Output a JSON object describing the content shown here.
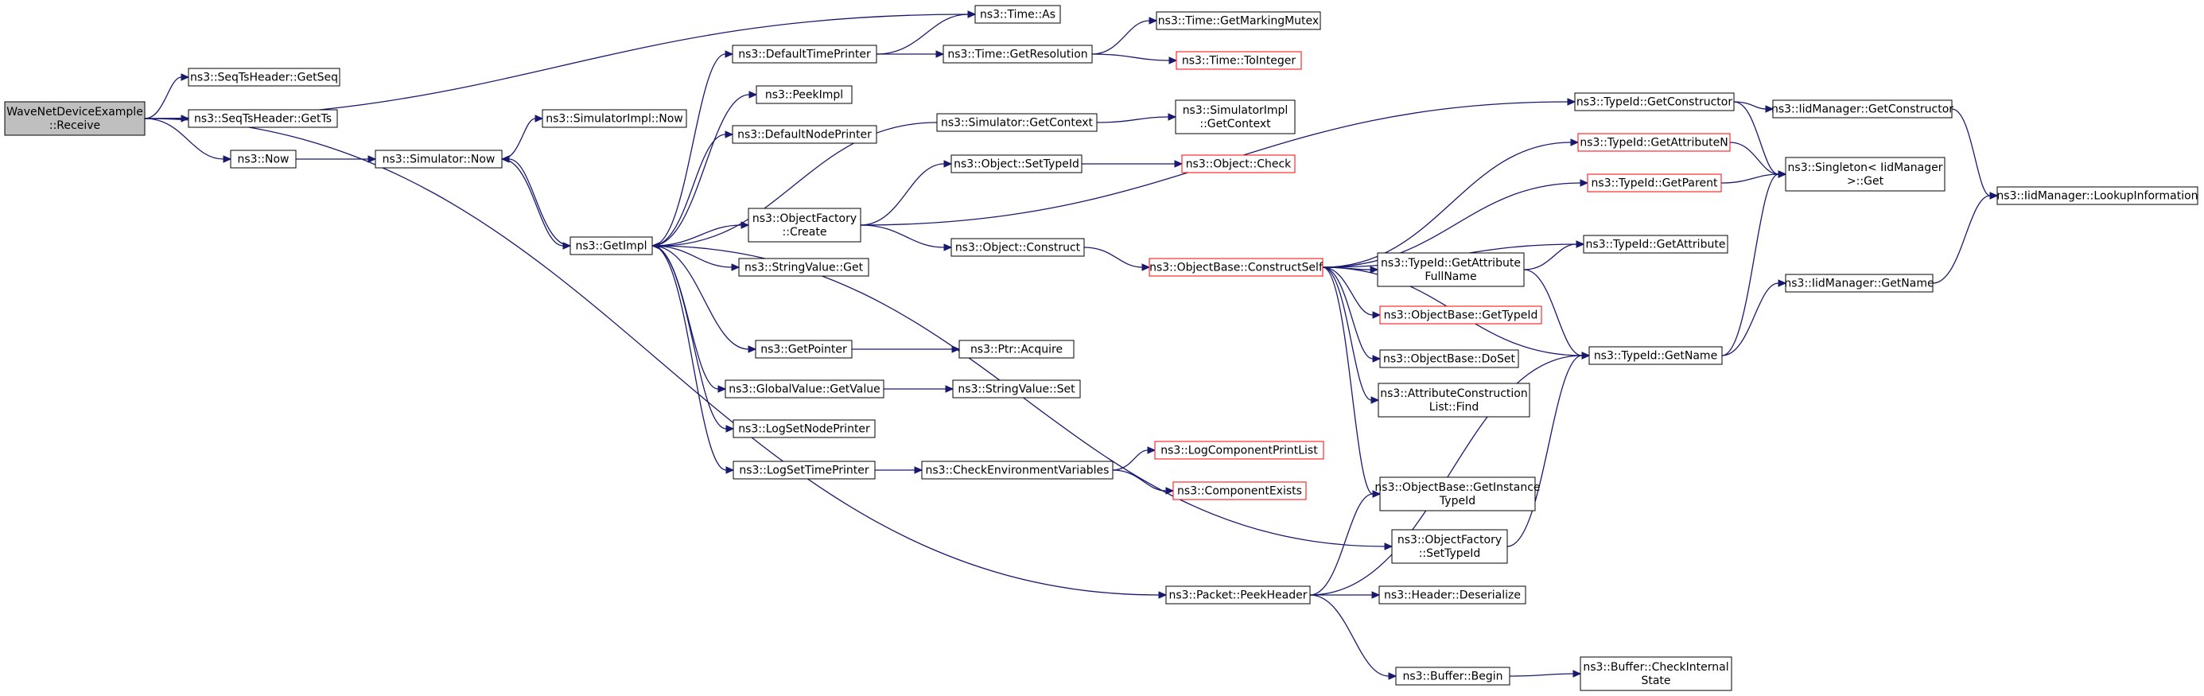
{
  "graph": {
    "edge_color": "#191970",
    "truncated_border_color": "#ff0000",
    "root_fill": "#bfbfbf",
    "nodes": [
      {
        "id": "root",
        "lines": [
          "WaveNetDeviceExample",
          "::Receive"
        ],
        "style": "root"
      },
      {
        "id": "time_as",
        "lines": [
          "ns3::Time::As"
        ],
        "style": "normal"
      },
      {
        "id": "seq_getseq",
        "lines": [
          "ns3::SeqTsHeader::GetSeq"
        ],
        "style": "normal"
      },
      {
        "id": "seq_getts",
        "lines": [
          "ns3::SeqTsHeader::GetTs"
        ],
        "style": "normal"
      },
      {
        "id": "now",
        "lines": [
          "ns3::Now"
        ],
        "style": "normal"
      },
      {
        "id": "sim_now",
        "lines": [
          "ns3::Simulator::Now"
        ],
        "style": "normal"
      },
      {
        "id": "simimpl_now",
        "lines": [
          "ns3::SimulatorImpl::Now"
        ],
        "style": "normal"
      },
      {
        "id": "getimpl",
        "lines": [
          "ns3::GetImpl"
        ],
        "style": "normal"
      },
      {
        "id": "default_time_printer",
        "lines": [
          "ns3::DefaultTimePrinter"
        ],
        "style": "normal"
      },
      {
        "id": "peekimpl",
        "lines": [
          "ns3::PeekImpl"
        ],
        "style": "normal"
      },
      {
        "id": "default_node_printer",
        "lines": [
          "ns3::DefaultNodePrinter"
        ],
        "style": "normal"
      },
      {
        "id": "objfactory_create",
        "lines": [
          "ns3::ObjectFactory",
          "::Create"
        ],
        "style": "normal"
      },
      {
        "id": "stringvalue_get",
        "lines": [
          "ns3::StringValue::Get"
        ],
        "style": "normal"
      },
      {
        "id": "getpointer",
        "lines": [
          "ns3::GetPointer"
        ],
        "style": "normal"
      },
      {
        "id": "globalvalue_getvalue",
        "lines": [
          "ns3::GlobalValue::GetValue"
        ],
        "style": "normal"
      },
      {
        "id": "logsetnodeprinter",
        "lines": [
          "ns3::LogSetNodePrinter"
        ],
        "style": "normal"
      },
      {
        "id": "logsettimeprinter",
        "lines": [
          "ns3::LogSetTimePrinter"
        ],
        "style": "normal"
      },
      {
        "id": "time_getmarkingmutex",
        "lines": [
          "ns3::Time::GetMarkingMutex"
        ],
        "style": "normal"
      },
      {
        "id": "time_getresolution",
        "lines": [
          "ns3::Time::GetResolution"
        ],
        "style": "normal"
      },
      {
        "id": "time_tointeger",
        "lines": [
          "ns3::Time::ToInteger"
        ],
        "style": "truncated"
      },
      {
        "id": "sim_getcontext",
        "lines": [
          "ns3::Simulator::GetContext"
        ],
        "style": "normal"
      },
      {
        "id": "simimpl_getcontext",
        "lines": [
          "ns3::SimulatorImpl",
          "::GetContext"
        ],
        "style": "normal"
      },
      {
        "id": "object_settypeid",
        "lines": [
          "ns3::Object::SetTypeId"
        ],
        "style": "normal"
      },
      {
        "id": "object_check",
        "lines": [
          "ns3::Object::Check"
        ],
        "style": "truncated"
      },
      {
        "id": "object_construct",
        "lines": [
          "ns3::Object::Construct"
        ],
        "style": "normal"
      },
      {
        "id": "objectbase_constructself",
        "lines": [
          "ns3::ObjectBase::ConstructSelf"
        ],
        "style": "truncated"
      },
      {
        "id": "ptr_acquire",
        "lines": [
          "ns3::Ptr::Acquire"
        ],
        "style": "normal"
      },
      {
        "id": "stringvalue_set",
        "lines": [
          "ns3::StringValue::Set"
        ],
        "style": "normal"
      },
      {
        "id": "check_env_vars",
        "lines": [
          "ns3::CheckEnvironmentVariables"
        ],
        "style": "normal"
      },
      {
        "id": "logcomponentprintlist",
        "lines": [
          "ns3::LogComponentPrintList"
        ],
        "style": "truncated"
      },
      {
        "id": "componentexists",
        "lines": [
          "ns3::ComponentExists"
        ],
        "style": "truncated"
      },
      {
        "id": "packet_peekheader",
        "lines": [
          "ns3::Packet::PeekHeader"
        ],
        "style": "normal"
      },
      {
        "id": "typeid_getconstructor",
        "lines": [
          "ns3::TypeId::GetConstructor"
        ],
        "style": "normal"
      },
      {
        "id": "typeid_getattributen",
        "lines": [
          "ns3::TypeId::GetAttributeN"
        ],
        "style": "truncated"
      },
      {
        "id": "typeid_getparent",
        "lines": [
          "ns3::TypeId::GetParent"
        ],
        "style": "truncated"
      },
      {
        "id": "typeid_getattribute",
        "lines": [
          "ns3::TypeId::GetAttribute"
        ],
        "style": "normal"
      },
      {
        "id": "typeid_getattributefullname",
        "lines": [
          "ns3::TypeId::GetAttribute",
          "FullName"
        ],
        "style": "normal"
      },
      {
        "id": "objectbase_gettypeid",
        "lines": [
          "ns3::ObjectBase::GetTypeId"
        ],
        "style": "truncated"
      },
      {
        "id": "objectbase_doset",
        "lines": [
          "ns3::ObjectBase::DoSet"
        ],
        "style": "normal"
      },
      {
        "id": "attrconstruction_find",
        "lines": [
          "ns3::AttributeConstruction",
          "List::Find"
        ],
        "style": "normal"
      },
      {
        "id": "typeid_getname",
        "lines": [
          "ns3::TypeId::GetName"
        ],
        "style": "normal"
      },
      {
        "id": "objectbase_getinstancetypeid",
        "lines": [
          "ns3::ObjectBase::GetInstance",
          "TypeId"
        ],
        "style": "normal"
      },
      {
        "id": "objfactory_settypeid",
        "lines": [
          "ns3::ObjectFactory",
          "::SetTypeId"
        ],
        "style": "normal"
      },
      {
        "id": "header_deserialize",
        "lines": [
          "ns3::Header::Deserialize"
        ],
        "style": "normal"
      },
      {
        "id": "buffer_begin",
        "lines": [
          "ns3::Buffer::Begin"
        ],
        "style": "normal"
      },
      {
        "id": "buffer_checkinternalstate",
        "lines": [
          "ns3::Buffer::CheckInternal",
          "State"
        ],
        "style": "normal"
      },
      {
        "id": "iidmanager_getconstructor",
        "lines": [
          "ns3::IidManager::GetConstructor"
        ],
        "style": "normal"
      },
      {
        "id": "singleton_get",
        "lines": [
          "ns3::Singleton< IidManager",
          " >::Get"
        ],
        "style": "normal"
      },
      {
        "id": "iidmanager_getname",
        "lines": [
          "ns3::IidManager::GetName"
        ],
        "style": "normal"
      },
      {
        "id": "iidmanager_lookupinformation",
        "lines": [
          "ns3::IidManager::LookupInformation"
        ],
        "style": "normal"
      }
    ],
    "edges": [
      [
        "root",
        "time_as"
      ],
      [
        "root",
        "seq_getseq"
      ],
      [
        "root",
        "seq_getts"
      ],
      [
        "root",
        "now"
      ],
      [
        "root",
        "packet_peekheader"
      ],
      [
        "now",
        "sim_now"
      ],
      [
        "sim_now",
        "simimpl_now"
      ],
      [
        "sim_now",
        "getimpl"
      ],
      [
        "getimpl",
        "sim_now"
      ],
      [
        "getimpl",
        "default_time_printer"
      ],
      [
        "getimpl",
        "peekimpl"
      ],
      [
        "getimpl",
        "default_node_printer"
      ],
      [
        "getimpl",
        "objfactory_create"
      ],
      [
        "getimpl",
        "stringvalue_get"
      ],
      [
        "getimpl",
        "getpointer"
      ],
      [
        "getimpl",
        "globalvalue_getvalue"
      ],
      [
        "getimpl",
        "logsetnodeprinter"
      ],
      [
        "getimpl",
        "logsettimeprinter"
      ],
      [
        "getimpl",
        "objfactory_settypeid"
      ],
      [
        "default_time_printer",
        "time_as"
      ],
      [
        "default_time_printer",
        "time_getresolution"
      ],
      [
        "time_getresolution",
        "time_getmarkingmutex"
      ],
      [
        "time_getresolution",
        "time_tointeger"
      ],
      [
        "sim_getcontext",
        "getimpl"
      ],
      [
        "sim_getcontext",
        "simimpl_getcontext"
      ],
      [
        "objfactory_create",
        "object_settypeid"
      ],
      [
        "objfactory_create",
        "object_construct"
      ],
      [
        "objfactory_create",
        "typeid_getconstructor"
      ],
      [
        "object_settypeid",
        "object_check"
      ],
      [
        "object_construct",
        "objectbase_constructself"
      ],
      [
        "getpointer",
        "ptr_acquire"
      ],
      [
        "globalvalue_getvalue",
        "stringvalue_set"
      ],
      [
        "logsettimeprinter",
        "check_env_vars"
      ],
      [
        "check_env_vars",
        "logcomponentprintlist"
      ],
      [
        "check_env_vars",
        "componentexists"
      ],
      [
        "objectbase_constructself",
        "typeid_getattributen"
      ],
      [
        "objectbase_constructself",
        "typeid_getparent"
      ],
      [
        "objectbase_constructself",
        "typeid_getattribute"
      ],
      [
        "objectbase_constructself",
        "typeid_getattributefullname"
      ],
      [
        "objectbase_constructself",
        "objectbase_gettypeid"
      ],
      [
        "objectbase_constructself",
        "objectbase_doset"
      ],
      [
        "objectbase_constructself",
        "attrconstruction_find"
      ],
      [
        "objectbase_constructself",
        "typeid_getname"
      ],
      [
        "objectbase_constructself",
        "objectbase_getinstancetypeid"
      ],
      [
        "typeid_getconstructor",
        "iidmanager_getconstructor"
      ],
      [
        "typeid_getconstructor",
        "singleton_get"
      ],
      [
        "typeid_getattributen",
        "singleton_get"
      ],
      [
        "typeid_getparent",
        "singleton_get"
      ],
      [
        "typeid_getattributefullname",
        "typeid_getattribute"
      ],
      [
        "typeid_getattributefullname",
        "typeid_getname"
      ],
      [
        "typeid_getname",
        "singleton_get"
      ],
      [
        "typeid_getname",
        "iidmanager_getname"
      ],
      [
        "iidmanager_getconstructor",
        "iidmanager_lookupinformation"
      ],
      [
        "iidmanager_getname",
        "iidmanager_lookupinformation"
      ],
      [
        "objfactory_settypeid",
        "typeid_getname"
      ],
      [
        "packet_peekheader",
        "objectbase_getinstancetypeid"
      ],
      [
        "packet_peekheader",
        "header_deserialize"
      ],
      [
        "packet_peekheader",
        "buffer_begin"
      ],
      [
        "packet_peekheader",
        "typeid_getname"
      ],
      [
        "buffer_begin",
        "buffer_checkinternalstate"
      ]
    ]
  }
}
